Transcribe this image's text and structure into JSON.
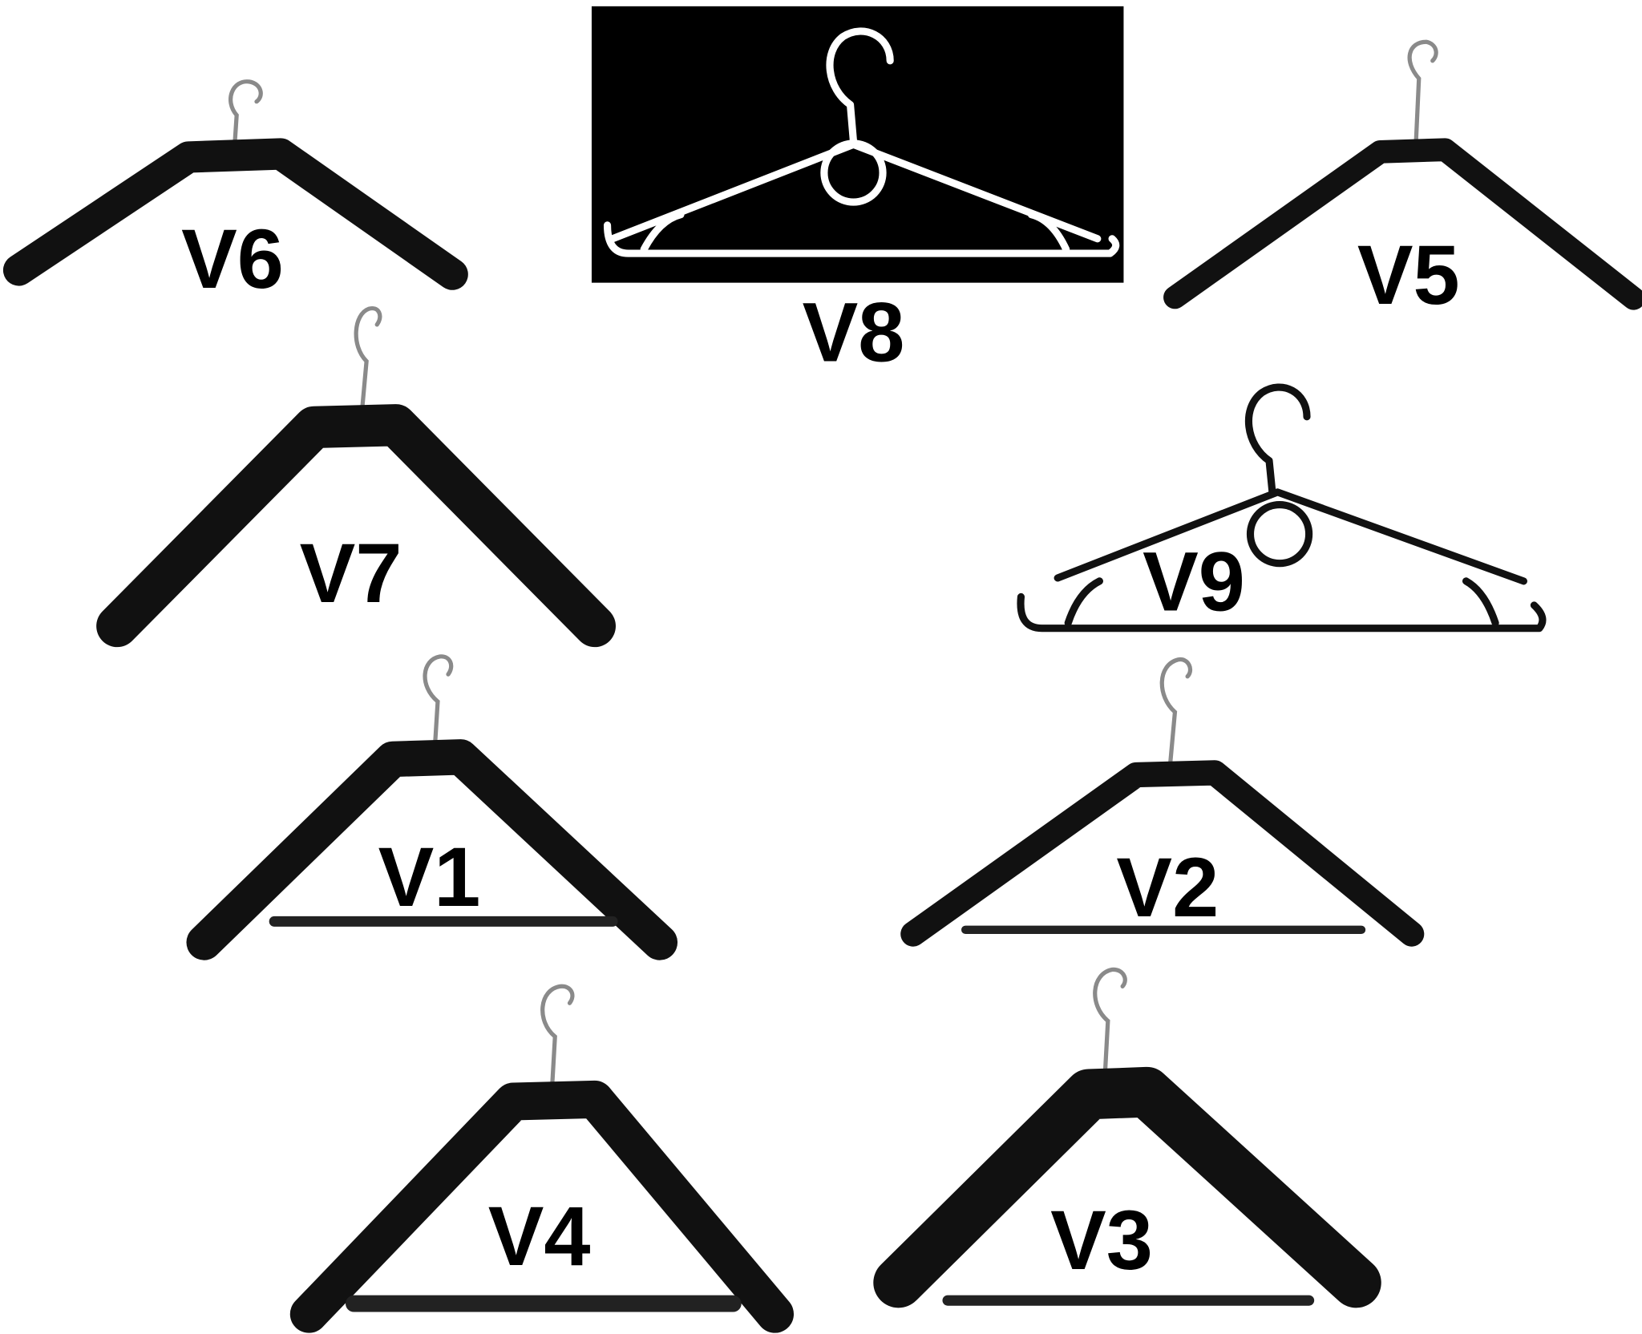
{
  "labels": {
    "v1": "V1",
    "v2": "V2",
    "v3": "V3",
    "v4": "V4",
    "v5": "V5",
    "v6": "V6",
    "v7": "V7",
    "v8": "V8",
    "v9": "V9"
  },
  "colors": {
    "background": "#ffffff",
    "hanger": "#111111",
    "hook": "#8a8a8a",
    "panel": "#000000"
  }
}
